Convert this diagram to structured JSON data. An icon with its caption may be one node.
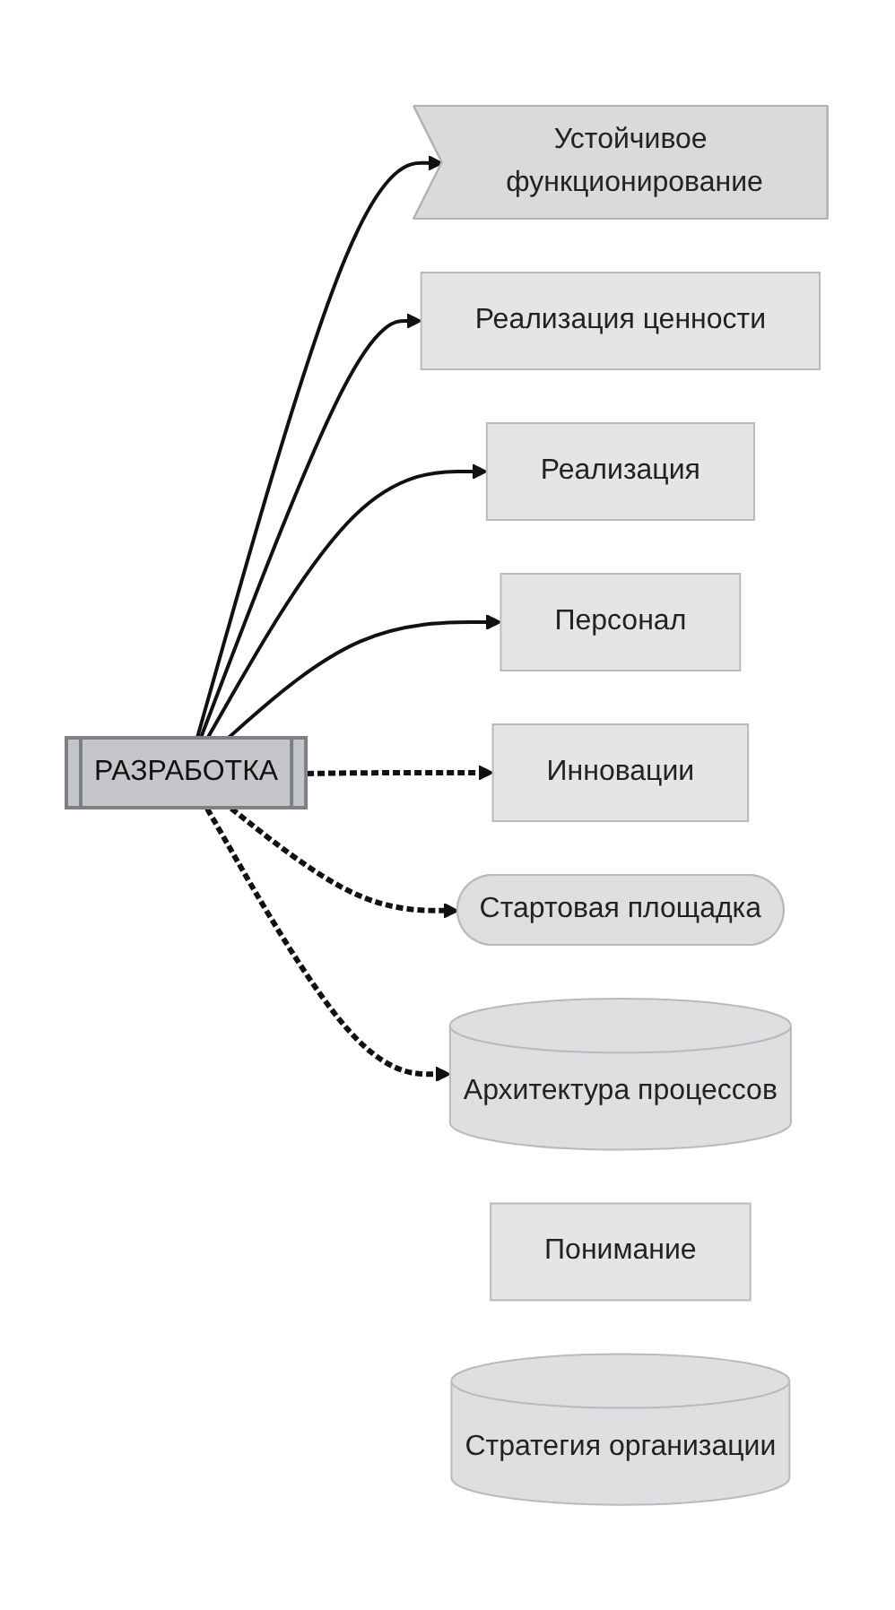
{
  "diagram": {
    "nodes": [
      {
        "text": [
          "Устойчивое функционирование"
        ]
      },
      {
        "text": [
          "Реализация ценности"
        ]
      },
      {
        "text": [
          "Реализация"
        ]
      },
      {
        "text": [
          "Персонал"
        ]
      },
      {
        "text": [
          "РАЗРАБОТКА"
        ]
      },
      {
        "text": [
          "Инновации"
        ]
      },
      {
        "text": [
          "Понимание"
        ]
      },
      {
        "text": [
          "Стартовая площадка"
        ]
      },
      {
        "text": [
          "Стратегия организации"
        ]
      },
      {
        "text": [
          "Архитектура процессов"
        ]
      }
    ],
    "edges": [
      {
        "from": 4,
        "to": 0,
        "arrow": "to"
      },
      {
        "from": 4,
        "to": 1,
        "arrow": "to"
      },
      {
        "from": 4,
        "to": 2,
        "arrow": "to"
      },
      {
        "from": 4,
        "to": 3,
        "arrow": "to"
      },
      {
        "from": 4,
        "to": 5,
        "arrow": "to",
        "style": "dashed"
      },
      {
        "from": 4,
        "to": 7,
        "arrow": "to",
        "style": "dashed"
      },
      {
        "from": 4,
        "to": 9,
        "arrow": "to",
        "style": "dashed"
      }
    ]
  }
}
